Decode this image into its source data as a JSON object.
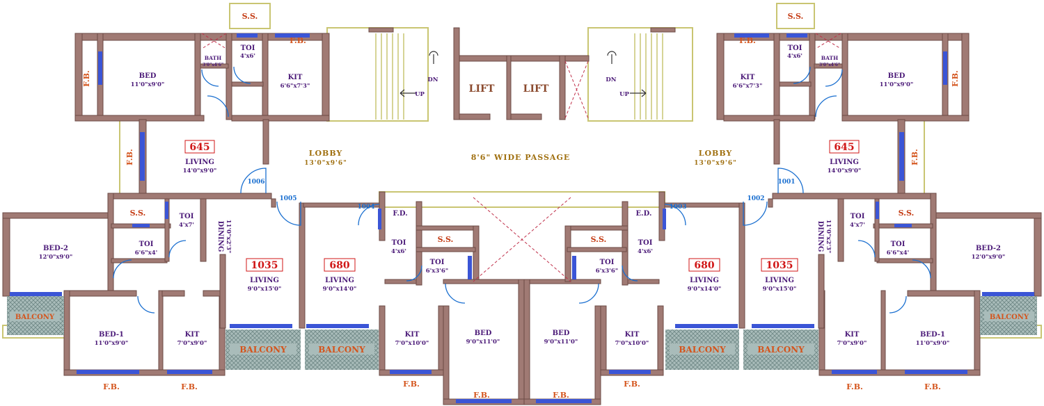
{
  "colors": {
    "wall": "#a07a74",
    "wall_stroke": "#6b4a44",
    "outline": "#c9c572",
    "window": "#3b55d6",
    "area_red": "#d01616",
    "balcony_fill": "#9fb4b2",
    "door_blue": "#1a6fd0",
    "gold": "#a07010"
  },
  "corridor": {
    "passage": "8'6\" WIDE PASSAGE",
    "lift_left": "LIFT",
    "lift_right": "LIFT",
    "lobby_left_name": "LOBBY",
    "lobby_left_dim": "13'0\"x9'6\"",
    "lobby_right_name": "LOBBY",
    "lobby_right_dim": "13'0\"x9'6\"",
    "stair_left_dn": "DN",
    "stair_left_up": "UP",
    "stair_right_dn": "DN",
    "stair_right_up": "UP",
    "ss_top_left": "S.S.",
    "ss_top_right": "S.S."
  },
  "door_numbers": [
    "1006",
    "1005",
    "1004",
    "1003",
    "1002",
    "1001"
  ],
  "flat_645_left": {
    "area": "645",
    "bed_name": "BED",
    "bed_dim": "11'0\"x9'0\"",
    "toi_name": "TOI",
    "toi_dim": "4'x6'",
    "bath_name": "BATH",
    "bath_dim": "3'0\"x4'6\"",
    "kit_name": "KIT",
    "kit_dim": "6'6\"x7'3\"",
    "living_name": "LIVING",
    "living_dim": "14'0\"x9'0\"",
    "fb_top": "F.B.",
    "fb_side": "F.B.",
    "fb_living": "F.B."
  },
  "flat_645_right": {
    "area": "645",
    "bed_name": "BED",
    "bed_dim": "11'0\"x9'0\"",
    "toi_name": "TOI",
    "toi_dim": "4'x6'",
    "bath_name": "BATH",
    "bath_dim": "3'0\"x4'6\"",
    "kit_name": "KIT",
    "kit_dim": "6'6\"x7'3\"",
    "living_name": "LIVING",
    "living_dim": "14'0\"x9'0\"",
    "fb_top": "F.B.",
    "fb_side": "F.B.",
    "fb_living": "F.B."
  },
  "flat_1035_left": {
    "area": "1035",
    "bed2_name": "BED-2",
    "bed2_dim": "12'0\"x9'0\"",
    "bed1_name": "BED-1",
    "bed1_dim": "11'0\"x9'0\"",
    "toi_a_name": "TOI",
    "toi_a_dim": "4'x7'",
    "toi_b_name": "TOI",
    "toi_b_dim": "6'6\"x4'",
    "ss": "S.S.",
    "dining_name": "DINING",
    "dining_dim": "11'0\"x2'3\"",
    "living_name": "LIVING",
    "living_dim": "9'0\"x15'0\"",
    "kit_name": "KIT",
    "kit_dim": "7'0\"x9'0\"",
    "balcony_side": "BALCONY",
    "balcony_front": "BALCONY",
    "fb_a": "F.B.",
    "fb_b": "F.B."
  },
  "flat_1035_right": {
    "area": "1035",
    "bed2_name": "BED-2",
    "bed2_dim": "12'0\"x9'0\"",
    "bed1_name": "BED-1",
    "bed1_dim": "11'0\"x9'0\"",
    "toi_a_name": "TOI",
    "toi_a_dim": "4'x7'",
    "toi_b_name": "TOI",
    "toi_b_dim": "6'6\"x4'",
    "ss": "S.S.",
    "dining_name": "DINING",
    "dining_dim": "11'0\"x2'3\"",
    "living_name": "LIVING",
    "living_dim": "9'0\"x15'0\"",
    "kit_name": "KIT",
    "kit_dim": "7'0\"x9'0\"",
    "balcony_side": "BALCONY",
    "balcony_front": "BALCONY",
    "fb_a": "F.B.",
    "fb_b": "F.B."
  },
  "flat_680_left": {
    "area": "680",
    "fd": "F.D.",
    "toi_a_name": "TOI",
    "toi_a_dim": "4'x6'",
    "toi_b_name": "TOI",
    "toi_b_dim": "6'x3'6\"",
    "ss": "S.S.",
    "living_name": "LIVING",
    "living_dim": "9'0\"x14'0\"",
    "kit_name": "KIT",
    "kit_dim": "7'0\"x10'0\"",
    "bed_name": "BED",
    "bed_dim": "9'0\"x11'0\"",
    "balcony": "BALCONY",
    "fb_kit": "F.B.",
    "fb_bed": "F.B."
  },
  "flat_680_right": {
    "area": "680",
    "ed": "E.D.",
    "toi_a_name": "TOI",
    "toi_a_dim": "4'x6'",
    "toi_b_name": "TOI",
    "toi_b_dim": "6'x3'6\"",
    "ss": "S.S.",
    "living_name": "LIVING",
    "living_dim": "9'0\"x14'0\"",
    "kit_name": "KIT",
    "kit_dim": "7'0\"x10'0\"",
    "bed_name": "BED",
    "bed_dim": "9'0\"x11'0\"",
    "balcony": "BALCONY",
    "fb_kit": "F.B.",
    "fb_bed": "F.B."
  }
}
